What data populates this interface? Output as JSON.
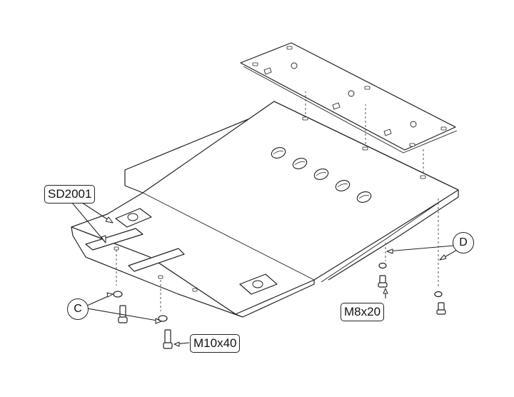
{
  "labels": {
    "part_code": "SD2001",
    "bolt_m10": "M10x40",
    "bolt_m8": "M8x20",
    "callout_c": "C",
    "callout_d": "D"
  },
  "colors": {
    "line": "#222222",
    "paper": "#ffffff",
    "dash": "#555555"
  }
}
